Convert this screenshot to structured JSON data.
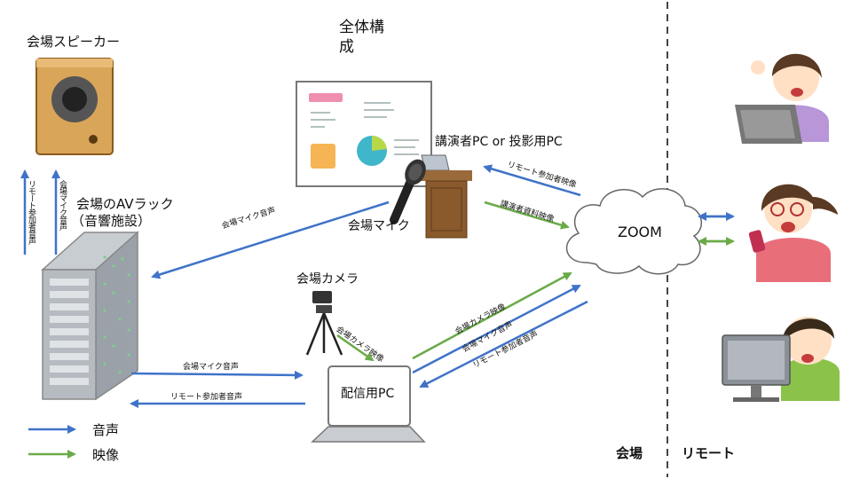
{
  "title": "全体構成",
  "nodes": {
    "speaker": "会場スピーカー",
    "av_rack_line1": "会場のAVラック",
    "av_rack_line2": "（音響施設）",
    "lecturer_pc": "講演者PC or 投影用PC",
    "venue_mic": "会場マイク",
    "venue_camera": "会場カメラ",
    "streaming_pc": "配信用PC",
    "zoom": "ZOOM"
  },
  "flows": {
    "speaker_remote_audio": "リモート参加者音声",
    "speaker_mic_audio": "会場マイク音声",
    "mic_to_rack": "会場マイク音声",
    "remote_video_to_lecturer": "リモート参加者映像",
    "lecturer_material_to_zoom": "講演者資料映像",
    "camera_to_pc": "会場カメラ映像",
    "rack_to_pc": "会場マイク音声",
    "pc_to_rack": "リモート参加者音声",
    "pc_camera_to_zoom": "会場カメラ映像",
    "pc_mic_to_zoom": "会場マイク音声",
    "zoom_to_pc": "リモート参加者音声"
  },
  "legend": {
    "audio": "音声",
    "video": "映像"
  },
  "zones": {
    "venue": "会場",
    "remote": "リモート"
  },
  "colors": {
    "audio": "#3f73c8",
    "video": "#6aaa48"
  }
}
